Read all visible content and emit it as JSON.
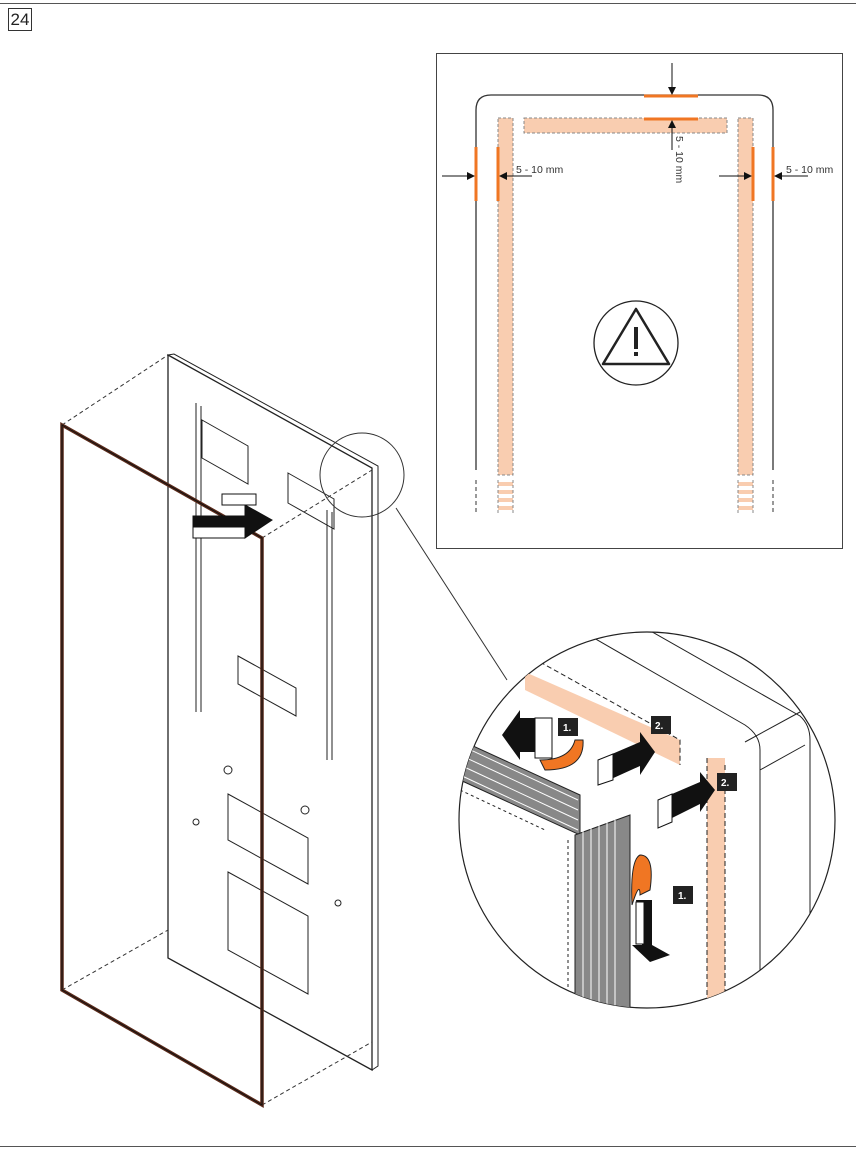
{
  "step_number": "24",
  "detail_view": {
    "dimension_top": "5 - 10 mm",
    "dimension_left": "5 - 10 mm",
    "dimension_right": "5 - 10 mm",
    "warning_icon": "warning-triangle-icon"
  },
  "magnified_view": {
    "step_1_top": "1.",
    "step_2_top": "2.",
    "step_2_right": "2.",
    "step_1_bottom": "1."
  },
  "colors": {
    "accent": "#f07623",
    "tape": "#f9cdb0",
    "line": "#222222"
  }
}
